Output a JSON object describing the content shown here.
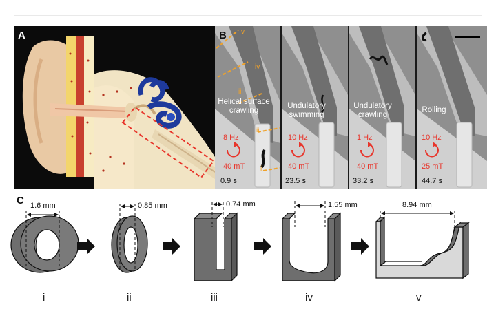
{
  "panel_labels": {
    "a": "A",
    "b": "B",
    "c": "C"
  },
  "modes": [
    {
      "name": "Helical surface crawling",
      "freq": "8 Hz",
      "field": "40 mT",
      "time": "0.9 s"
    },
    {
      "name": "Undulatory swimming",
      "freq": "10 Hz",
      "field": "40 mT",
      "time": "23.5 s"
    },
    {
      "name": "Undulatory crawling",
      "freq": "1 Hz",
      "field": "40 mT",
      "time": "33.2 s"
    },
    {
      "name": "Rolling",
      "freq": "10 Hz",
      "field": "25 mT",
      "time": "44.7 s"
    }
  ],
  "sections": [
    "i",
    "ii",
    "iii",
    "iv",
    "v"
  ],
  "region_markers": {
    "v": "v",
    "iv": "iv",
    "iii": "iii",
    "ii": "ii",
    "i": "i"
  },
  "dimensions": [
    "1.6 mm",
    "0.85 mm",
    "0.74 mm",
    "1.55 mm",
    "8.94 mm"
  ],
  "colors": {
    "accent_red": "#e8352b",
    "marker_orange": "#f0a22a",
    "shape_gray": "#6e6e6e"
  }
}
